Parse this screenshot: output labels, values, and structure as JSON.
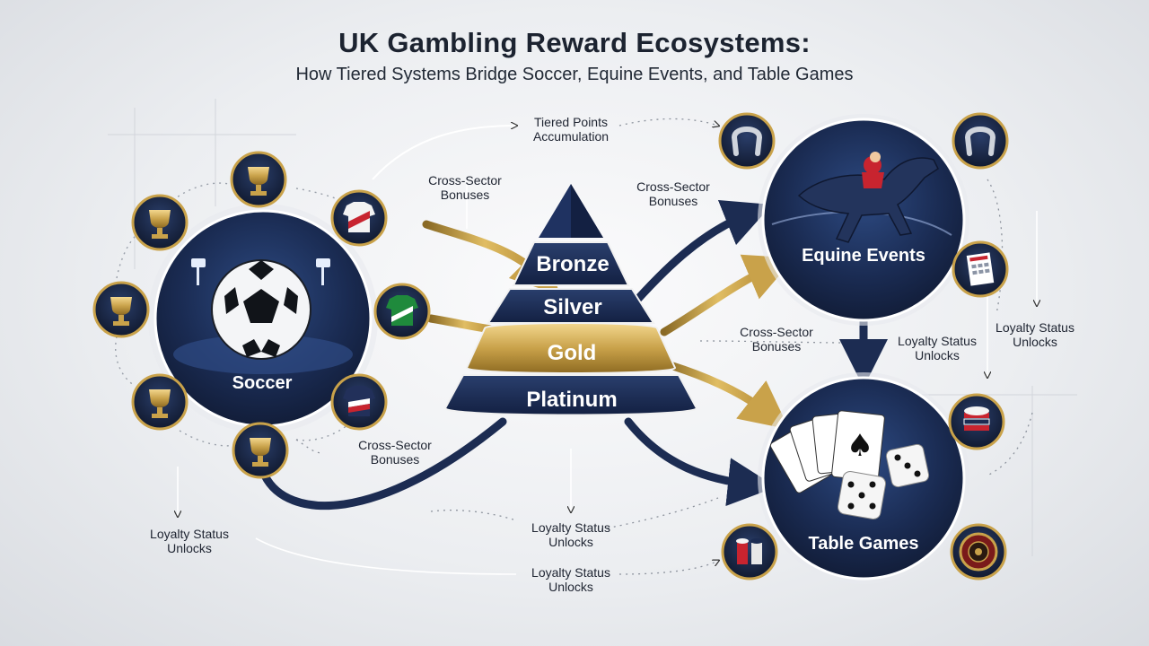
{
  "title": "UK Gambling Reward Ecosystems:",
  "subtitle": "How Tiered Systems Bridge Soccer, Equine Events, and Table Games",
  "hubs": {
    "soccer": "Soccer",
    "equine": "Equine Events",
    "table": "Table Games"
  },
  "tiers": [
    "Bronze",
    "Silver",
    "Gold",
    "Platinum"
  ],
  "labels": {
    "tiered_points": "Tiered Points\nAccumulation",
    "cross_sector_left": "Cross-Sector\nBonuses",
    "cross_sector_right": "Cross-Sector\nBonuses",
    "cross_sector_mid": "Cross-Sector\nBonuses",
    "cross_sector_bottom": "Cross-Sector\nBonuses",
    "loyalty_right_1": "Loyalty Status\nUnlocks",
    "loyalty_right_2": "Loyalty Status\nUnlocks",
    "loyalty_left": "Loyalty Status\nUnlocks",
    "loyalty_center": "Loyalty Status\nUnlocks",
    "loyalty_bottom": "Loyalty Status\nUnlocks"
  },
  "colors": {
    "navy": "#1b2a4e",
    "gold": "#c9a24a",
    "red": "#c8242f",
    "green": "#1f8a3c"
  },
  "icons": {
    "trophy": "trophy-icon",
    "jersey": "jersey-icon",
    "horseshoe": "horseshoe-icon",
    "betslip": "bet-slip-icon",
    "chips": "poker-chips-icon",
    "roulette": "roulette-wheel-icon"
  }
}
